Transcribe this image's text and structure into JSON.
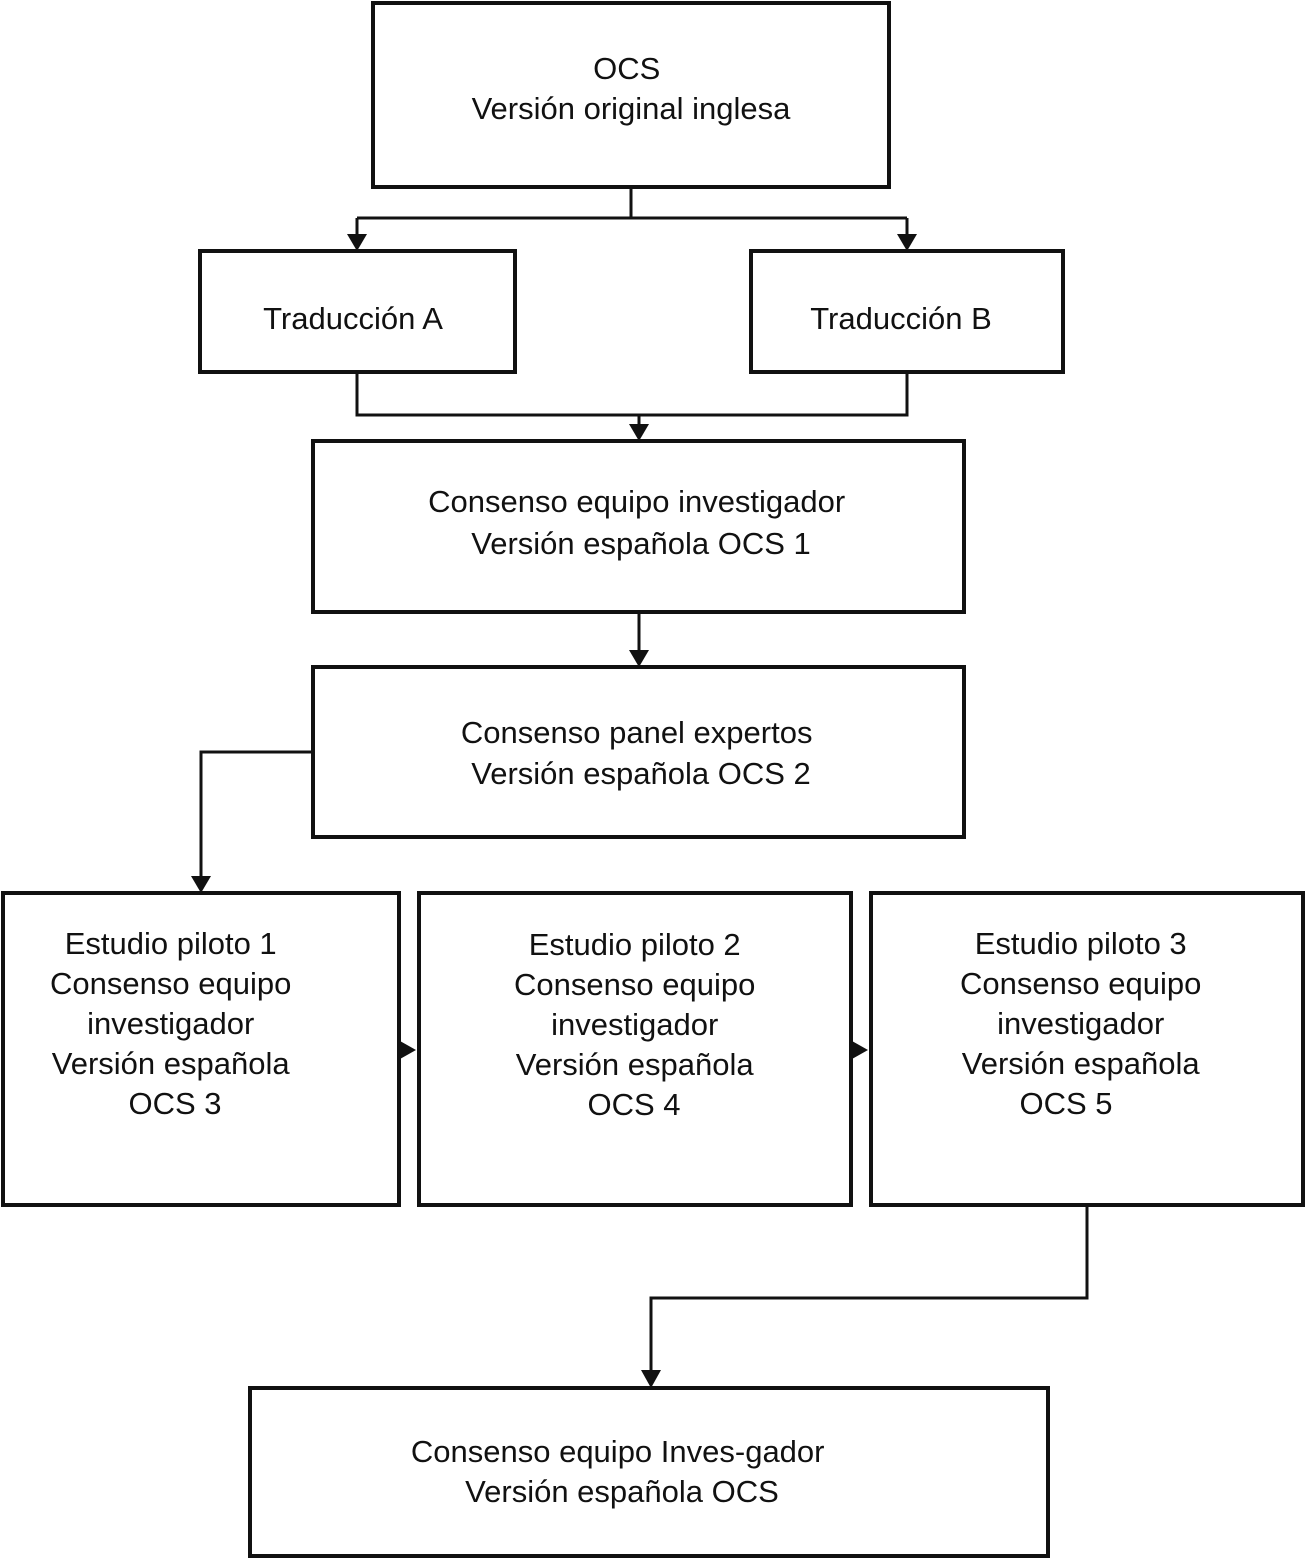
{
  "diagram": {
    "nodes": {
      "original": {
        "lines": [
          "OCS",
          "Versión original inglesa"
        ]
      },
      "trad_a": {
        "lines": [
          "Traducción A"
        ]
      },
      "trad_b": {
        "lines": [
          "Traducción B"
        ]
      },
      "consenso1": {
        "lines": [
          "Consenso equipo investigador",
          "Versión española OCS 1"
        ]
      },
      "panel": {
        "lines": [
          "Consenso panel expertos",
          "Versión española OCS 2"
        ]
      },
      "piloto1": {
        "lines": [
          "Estudio piloto 1",
          "Consenso equipo",
          "investigador",
          "Versión española",
          "OCS 3"
        ]
      },
      "piloto2": {
        "lines": [
          "Estudio piloto 2",
          "Consenso equipo",
          "investigador",
          "Versión española",
          "OCS 4"
        ]
      },
      "piloto3": {
        "lines": [
          "Estudio piloto 3",
          "Consenso equipo",
          "investigador",
          "Versión española",
          "OCS 5"
        ]
      },
      "final": {
        "lines": [
          "Consenso equipo Inves-gador",
          "Versión española OCS"
        ]
      }
    },
    "edges": [
      {
        "from": "original",
        "to": "trad_a"
      },
      {
        "from": "original",
        "to": "trad_b"
      },
      {
        "from": "trad_a",
        "to": "consenso1"
      },
      {
        "from": "trad_b",
        "to": "consenso1"
      },
      {
        "from": "consenso1",
        "to": "panel"
      },
      {
        "from": "panel",
        "to": "piloto1"
      },
      {
        "from": "piloto1",
        "to": "piloto2"
      },
      {
        "from": "piloto2",
        "to": "piloto3"
      },
      {
        "from": "piloto3",
        "to": "final"
      }
    ]
  }
}
